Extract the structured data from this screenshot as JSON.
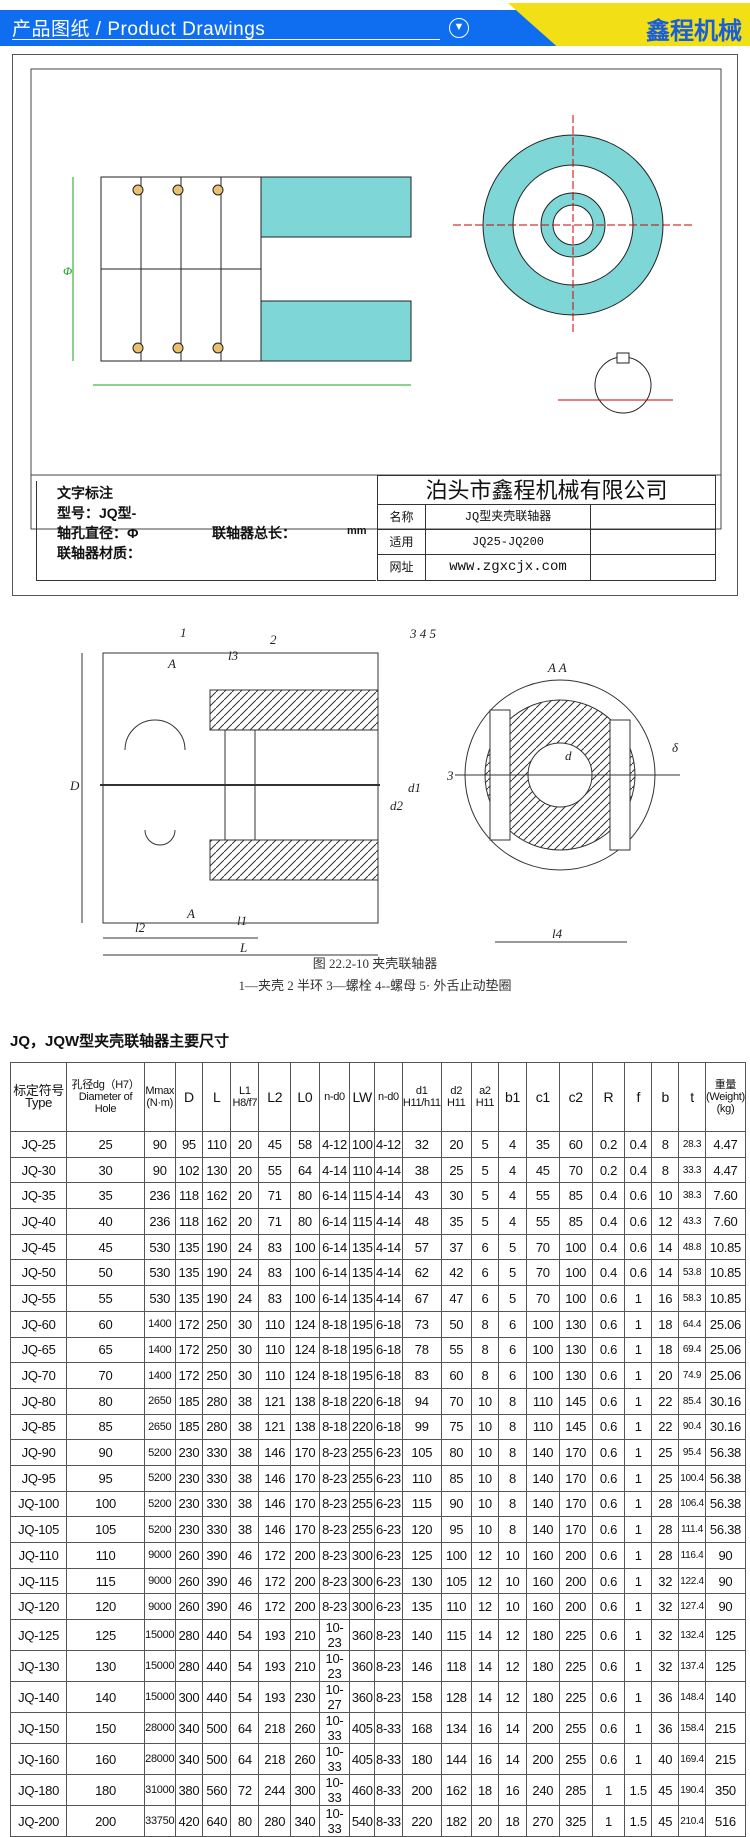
{
  "header": {
    "title": "产品图纸 / Product Drawings",
    "arrow_icon": "chevron-down-circle",
    "brand": "鑫程机械"
  },
  "drawing1": {
    "dim_phi": "Φ",
    "text_label": "文字标注",
    "model": "型号：JQ型-",
    "bore": "轴孔直径：Φ",
    "total_length": "联轴器总长：",
    "unit": "mm",
    "material": "联轴器材质：",
    "company": "泊头市鑫程机械有限公司",
    "rows": [
      {
        "k": "名称",
        "v": "JQ型夹壳联轴器"
      },
      {
        "k": "适用",
        "v": "JQ25-JQ200"
      },
      {
        "k": "网址",
        "v": "www.zgxcjx.com"
      }
    ]
  },
  "drawing2": {
    "labels": {
      "p1": "1",
      "p2": "2",
      "p345": "3 4 5",
      "A": "A",
      "AA": "A  A",
      "D": "D",
      "L": "L",
      "l1": "l1",
      "l2": "l2",
      "l3": "l3",
      "l4": "l4",
      "d1": "d1",
      "d2": "d2",
      "d": "d",
      "delta": "δ",
      "three": "3"
    },
    "caption": "图 22.2-10  夹壳联轴器",
    "legend": "1—夹壳  2  半环  3—螺栓  4--螺母  5· 外舌止动垫圈"
  },
  "table": {
    "title": "JQ，JQW型夹壳联轴器主要尺寸",
    "headers": [
      "标定符号\nType",
      "孔径dg（H7）\nDiameter of\nHole",
      "Mmax\n(N·m)",
      "D",
      "L",
      "L1\nH8/f7",
      "L2",
      "L0",
      "n-d0",
      "LW",
      "n-d0",
      "d1\nH11/h11",
      "d2\nH11",
      "a2\nH11",
      "b1",
      "c1",
      "c2",
      "R",
      "f",
      "b",
      "t",
      "重量\n(Weight)\n(kg)"
    ],
    "rows": [
      [
        "JQ-25",
        "25",
        "90",
        "95",
        "110",
        "20",
        "45",
        "58",
        "4-12",
        "100",
        "4-12",
        "32",
        "20",
        "5",
        "4",
        "35",
        "60",
        "0.2",
        "0.4",
        "8",
        "28.3",
        "4.47"
      ],
      [
        "JQ-30",
        "30",
        "90",
        "102",
        "130",
        "20",
        "55",
        "64",
        "4-14",
        "110",
        "4-14",
        "38",
        "25",
        "5",
        "4",
        "45",
        "70",
        "0.2",
        "0.4",
        "8",
        "33.3",
        "4.47"
      ],
      [
        "JQ-35",
        "35",
        "236",
        "118",
        "162",
        "20",
        "71",
        "80",
        "6-14",
        "115",
        "4-14",
        "43",
        "30",
        "5",
        "4",
        "55",
        "85",
        "0.4",
        "0.6",
        "10",
        "38.3",
        "7.60"
      ],
      [
        "JQ-40",
        "40",
        "236",
        "118",
        "162",
        "20",
        "71",
        "80",
        "6-14",
        "115",
        "4-14",
        "48",
        "35",
        "5",
        "4",
        "55",
        "85",
        "0.4",
        "0.6",
        "12",
        "43.3",
        "7.60"
      ],
      [
        "JQ-45",
        "45",
        "530",
        "135",
        "190",
        "24",
        "83",
        "100",
        "6-14",
        "135",
        "4-14",
        "57",
        "37",
        "6",
        "5",
        "70",
        "100",
        "0.4",
        "0.6",
        "14",
        "48.8",
        "10.85"
      ],
      [
        "JQ-50",
        "50",
        "530",
        "135",
        "190",
        "24",
        "83",
        "100",
        "6-14",
        "135",
        "4-14",
        "62",
        "42",
        "6",
        "5",
        "70",
        "100",
        "0.4",
        "0.6",
        "14",
        "53.8",
        "10.85"
      ],
      [
        "JQ-55",
        "55",
        "530",
        "135",
        "190",
        "24",
        "83",
        "100",
        "6-14",
        "135",
        "4-14",
        "67",
        "47",
        "6",
        "5",
        "70",
        "100",
        "0.6",
        "1",
        "16",
        "58.3",
        "10.85"
      ],
      [
        "JQ-60",
        "60",
        "1400",
        "172",
        "250",
        "30",
        "110",
        "124",
        "8-18",
        "195",
        "6-18",
        "73",
        "50",
        "8",
        "6",
        "100",
        "130",
        "0.6",
        "1",
        "18",
        "64.4",
        "25.06"
      ],
      [
        "JQ-65",
        "65",
        "1400",
        "172",
        "250",
        "30",
        "110",
        "124",
        "8-18",
        "195",
        "6-18",
        "78",
        "55",
        "8",
        "6",
        "100",
        "130",
        "0.6",
        "1",
        "18",
        "69.4",
        "25.06"
      ],
      [
        "JQ-70",
        "70",
        "1400",
        "172",
        "250",
        "30",
        "110",
        "124",
        "8-18",
        "195",
        "6-18",
        "83",
        "60",
        "8",
        "6",
        "100",
        "130",
        "0.6",
        "1",
        "20",
        "74.9",
        "25.06"
      ],
      [
        "JQ-80",
        "80",
        "2650",
        "185",
        "280",
        "38",
        "121",
        "138",
        "8-18",
        "220",
        "6-18",
        "94",
        "70",
        "10",
        "8",
        "110",
        "145",
        "0.6",
        "1",
        "22",
        "85.4",
        "30.16"
      ],
      [
        "JQ-85",
        "85",
        "2650",
        "185",
        "280",
        "38",
        "121",
        "138",
        "8-18",
        "220",
        "6-18",
        "99",
        "75",
        "10",
        "8",
        "110",
        "145",
        "0.6",
        "1",
        "22",
        "90.4",
        "30.16"
      ],
      [
        "JQ-90",
        "90",
        "5200",
        "230",
        "330",
        "38",
        "146",
        "170",
        "8-23",
        "255",
        "6-23",
        "105",
        "80",
        "10",
        "8",
        "140",
        "170",
        "0.6",
        "1",
        "25",
        "95.4",
        "56.38"
      ],
      [
        "JQ-95",
        "95",
        "5200",
        "230",
        "330",
        "38",
        "146",
        "170",
        "8-23",
        "255",
        "6-23",
        "110",
        "85",
        "10",
        "8",
        "140",
        "170",
        "0.6",
        "1",
        "25",
        "100.4",
        "56.38"
      ],
      [
        "JQ-100",
        "100",
        "5200",
        "230",
        "330",
        "38",
        "146",
        "170",
        "8-23",
        "255",
        "6-23",
        "115",
        "90",
        "10",
        "8",
        "140",
        "170",
        "0.6",
        "1",
        "28",
        "106.4",
        "56.38"
      ],
      [
        "JQ-105",
        "105",
        "5200",
        "230",
        "330",
        "38",
        "146",
        "170",
        "8-23",
        "255",
        "6-23",
        "120",
        "95",
        "10",
        "8",
        "140",
        "170",
        "0.6",
        "1",
        "28",
        "111.4",
        "56.38"
      ],
      [
        "JQ-110",
        "110",
        "9000",
        "260",
        "390",
        "46",
        "172",
        "200",
        "8-23",
        "300",
        "6-23",
        "125",
        "100",
        "12",
        "10",
        "160",
        "200",
        "0.6",
        "1",
        "28",
        "116.4",
        "90"
      ],
      [
        "JQ-115",
        "115",
        "9000",
        "260",
        "390",
        "46",
        "172",
        "200",
        "8-23",
        "300",
        "6-23",
        "130",
        "105",
        "12",
        "10",
        "160",
        "200",
        "0.6",
        "1",
        "32",
        "122.4",
        "90"
      ],
      [
        "JQ-120",
        "120",
        "9000",
        "260",
        "390",
        "46",
        "172",
        "200",
        "8-23",
        "300",
        "6-23",
        "135",
        "110",
        "12",
        "10",
        "160",
        "200",
        "0.6",
        "1",
        "32",
        "127.4",
        "90"
      ],
      [
        "JQ-125",
        "125",
        "15000",
        "280",
        "440",
        "54",
        "193",
        "210",
        "10-23",
        "360",
        "8-23",
        "140",
        "115",
        "14",
        "12",
        "180",
        "225",
        "0.6",
        "1",
        "32",
        "132.4",
        "125"
      ],
      [
        "JQ-130",
        "130",
        "15000",
        "280",
        "440",
        "54",
        "193",
        "210",
        "10-23",
        "360",
        "8-23",
        "146",
        "118",
        "14",
        "12",
        "180",
        "225",
        "0.6",
        "1",
        "32",
        "137.4",
        "125"
      ],
      [
        "JQ-140",
        "140",
        "15000",
        "300",
        "440",
        "54",
        "193",
        "230",
        "10-27",
        "360",
        "8-23",
        "158",
        "128",
        "14",
        "12",
        "180",
        "225",
        "0.6",
        "1",
        "36",
        "148.4",
        "140"
      ],
      [
        "JQ-150",
        "150",
        "28000",
        "340",
        "500",
        "64",
        "218",
        "260",
        "10-33",
        "405",
        "8-33",
        "168",
        "134",
        "16",
        "14",
        "200",
        "255",
        "0.6",
        "1",
        "36",
        "158.4",
        "215"
      ],
      [
        "JQ-160",
        "160",
        "28000",
        "340",
        "500",
        "64",
        "218",
        "260",
        "10-33",
        "405",
        "8-33",
        "180",
        "144",
        "16",
        "14",
        "200",
        "255",
        "0.6",
        "1",
        "40",
        "169.4",
        "215"
      ],
      [
        "JQ-180",
        "180",
        "31000",
        "380",
        "560",
        "72",
        "244",
        "300",
        "10-33",
        "460",
        "8-33",
        "200",
        "162",
        "18",
        "16",
        "240",
        "285",
        "1",
        "1.5",
        "45",
        "190.4",
        "350"
      ],
      [
        "JQ-200",
        "200",
        "33750",
        "420",
        "640",
        "80",
        "280",
        "340",
        "10-33",
        "540",
        "8-33",
        "220",
        "182",
        "20",
        "18",
        "270",
        "325",
        "1",
        "1.5",
        "45",
        "210.4",
        "516"
      ]
    ]
  },
  "colors": {
    "header_blue": "#0f6ef0",
    "brand_yellow": "#f2df16",
    "hatch_cyan": "#2bb5b5",
    "dim_green": "#18a018"
  }
}
